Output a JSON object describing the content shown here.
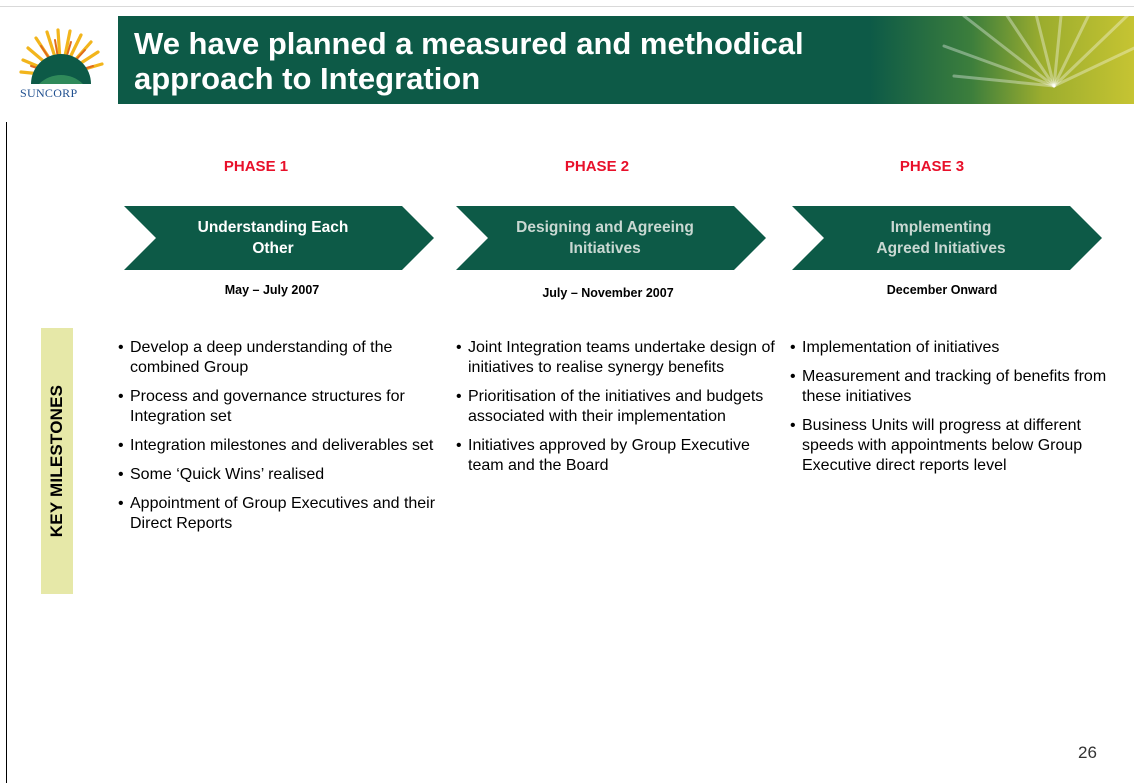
{
  "header": {
    "logo_text": "SUNCORP",
    "title_line1": "We have planned a measured and methodical",
    "title_line2": "approach to Integration",
    "band_color": "#0d5a47",
    "accent_color": "#c6c432"
  },
  "side_label": "KEY MILESTONES",
  "phases": [
    {
      "title": "PHASE 1",
      "chevron_line1": "Understanding Each",
      "chevron_line2": "Other",
      "date": "May – July 2007",
      "bullets": [
        "Develop a deep understanding of the combined Group",
        "Process and governance structures for Integration set",
        "Integration milestones and deliverables set",
        "Some ‘Quick Wins’ realised",
        "Appointment of Group Executives and their Direct Reports"
      ]
    },
    {
      "title": "PHASE 2",
      "chevron_line1": "Designing and Agreeing",
      "chevron_line2": "Initiatives",
      "date": "July – November 2007",
      "bullets": [
        "Joint Integration teams undertake design of initiatives to realise synergy benefits",
        "Prioritisation of the initiatives and budgets associated with their implementation",
        "Initiatives approved by Group Executive team and the Board"
      ]
    },
    {
      "title": "PHASE 3",
      "chevron_line1": "Implementing",
      "chevron_line2": "Agreed Initiatives",
      "date": "December Onward",
      "bullets": [
        "Implementation of initiatives",
        "Measurement and tracking of benefits from these initiatives",
        "Business Units will progress at different speeds with appointments below Group Executive direct reports level"
      ]
    }
  ],
  "colors": {
    "phase_title": "#e8102a",
    "chevron": "#0d5a47",
    "milestones_bg": "#e6e8a8"
  },
  "page_number": "26"
}
